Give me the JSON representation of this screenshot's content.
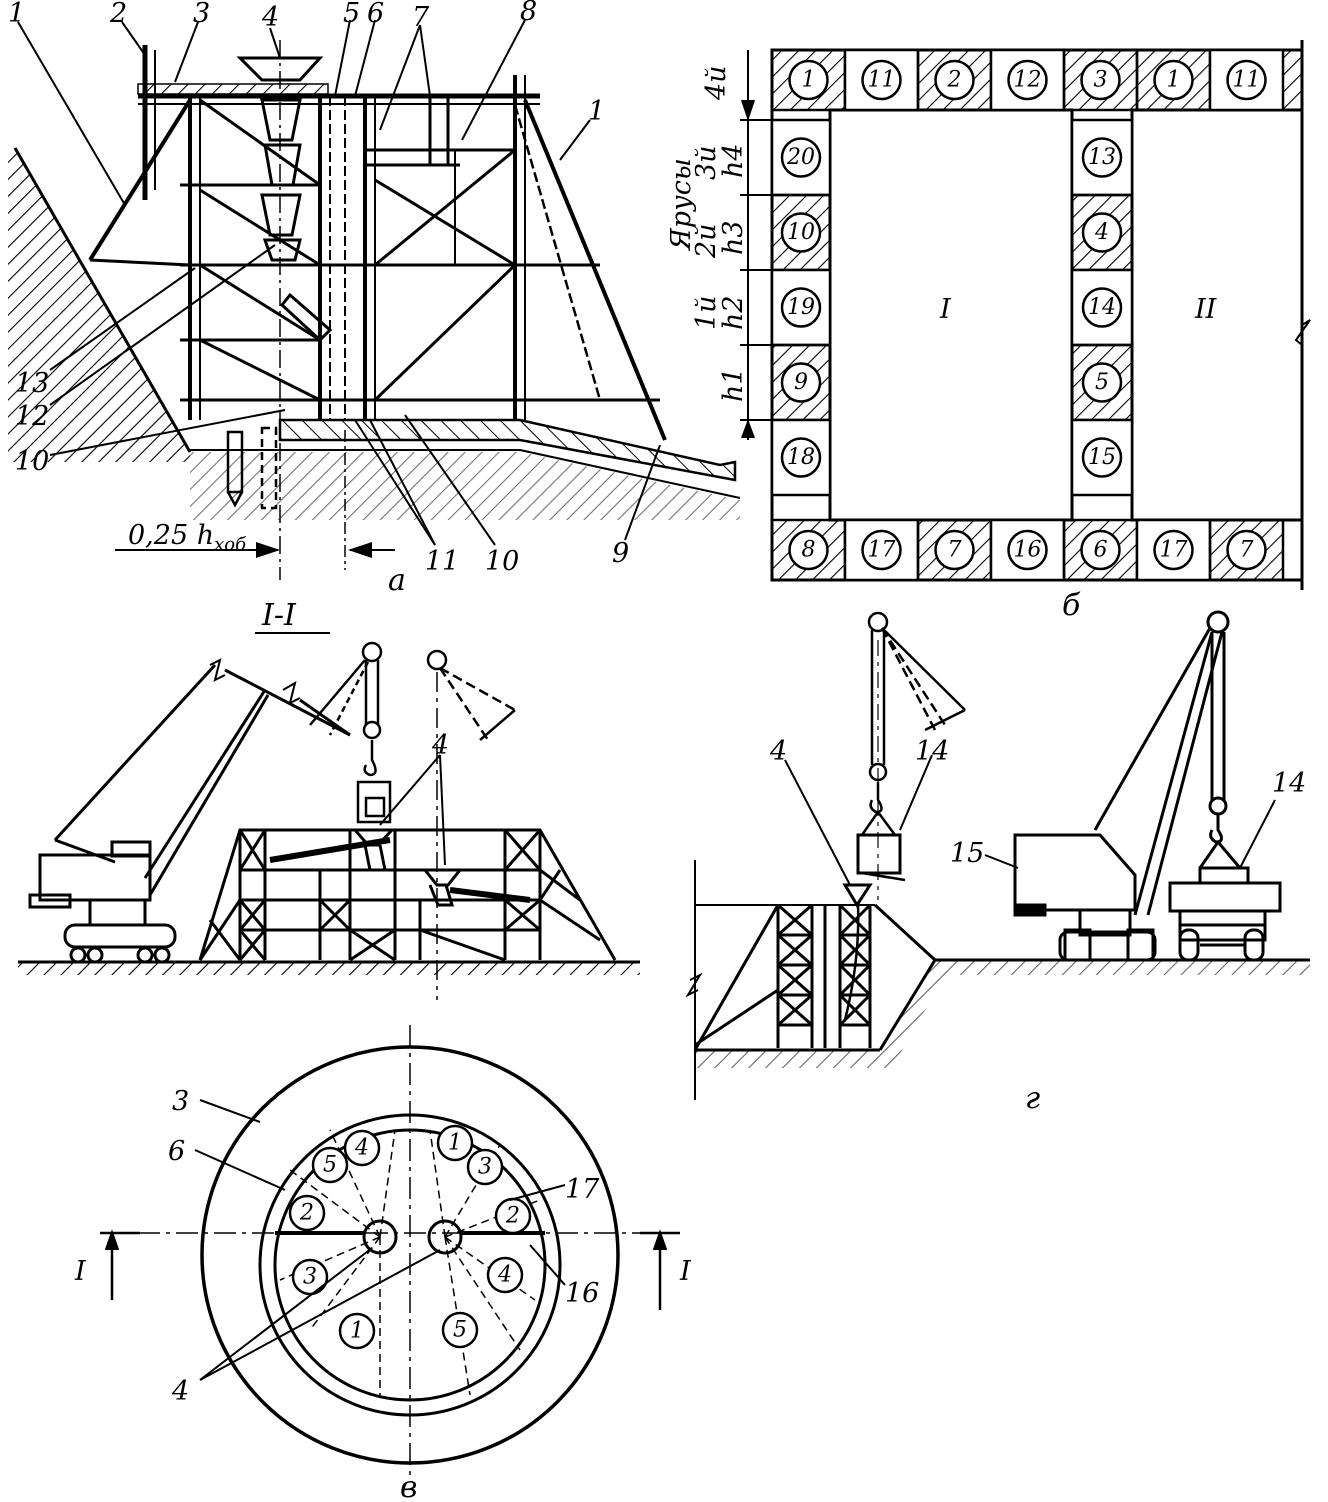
{
  "figure_a": {
    "caption": "а",
    "callouts_top": [
      "1",
      "2",
      "3",
      "4",
      "5",
      "6",
      "7",
      "8"
    ],
    "callout_right_strut": "1",
    "callouts_left": [
      "13",
      "12",
      "10"
    ],
    "callouts_bottom": [
      "11",
      "10",
      "9"
    ],
    "dimension_label": "0,25 h",
    "dimension_subscript": "хоб"
  },
  "figure_b": {
    "caption": "б",
    "tiers_title": "Ярусы",
    "tier_labels": [
      "1й",
      "2й",
      "3й",
      "4й"
    ],
    "height_labels": [
      "h1",
      "h2",
      "h3",
      "h4"
    ],
    "cell_labels": [
      "I",
      "II"
    ],
    "top_row": [
      "1",
      "11",
      "2",
      "12",
      "3",
      "1",
      "11"
    ],
    "left_column": [
      "20",
      "10",
      "19",
      "9",
      "18"
    ],
    "middle_column": [
      "13",
      "4",
      "14",
      "5",
      "15"
    ],
    "bottom_row": [
      "8",
      "17",
      "7",
      "16",
      "6",
      "17",
      "7"
    ]
  },
  "section_I": {
    "title": "I-I",
    "callout": "4"
  },
  "figure_v": {
    "caption": "в",
    "callouts": [
      "3",
      "6",
      "17",
      "16",
      "4"
    ],
    "section_marks": [
      "I",
      "I"
    ],
    "circle_numbers": [
      "4",
      "1",
      "5",
      "3",
      "2",
      "2",
      "3",
      "4",
      "1",
      "5"
    ]
  },
  "figure_g": {
    "caption": "г",
    "callouts": [
      "4",
      "14",
      "15",
      "14"
    ]
  }
}
